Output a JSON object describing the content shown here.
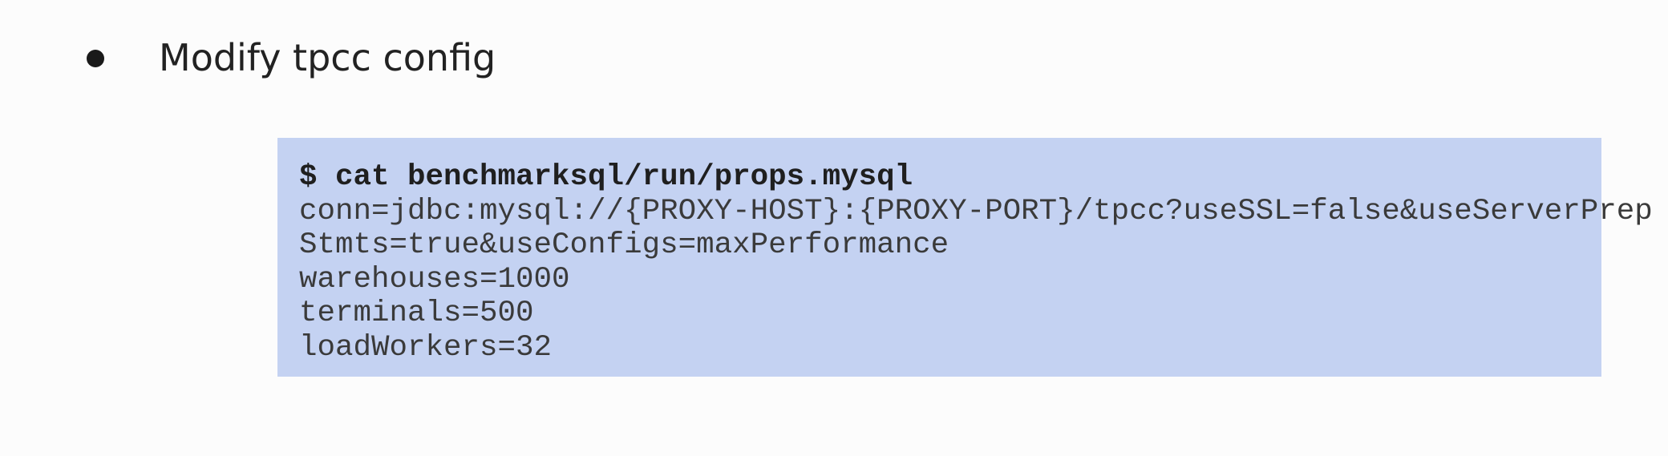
{
  "slide": {
    "bullet_text": "Modify tpcc config",
    "code": {
      "command": "$ cat benchmarksql/run/props.mysql",
      "lines": [
        "conn=jdbc:mysql://{PROXY-HOST}:{PROXY-PORT}/tpcc?useSSL=false&useServerPrep",
        "Stmts=true&useConfigs=maxPerformance",
        "warehouses=1000",
        "terminals=500",
        "loadWorkers=32"
      ]
    }
  }
}
